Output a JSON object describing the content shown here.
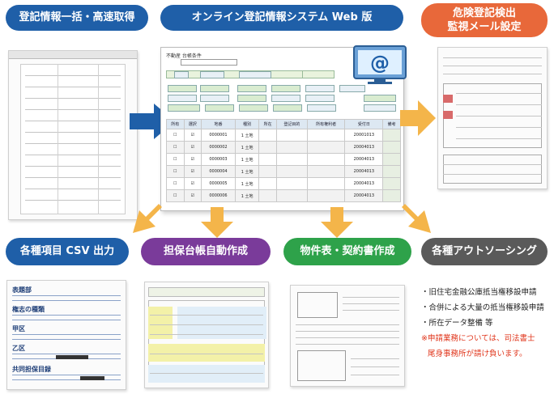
{
  "top": {
    "left_label": "登記情報一括・高速取得",
    "center_label": "オンライン登記情報システム Web 版",
    "right_label_line1": "危険登記検出",
    "right_label_line2": "監視メール設定"
  },
  "bottom": {
    "csv_label": "各種項目 CSV 出力",
    "ledger_label": "担保台帳自動作成",
    "contract_label": "物件表・契約書作成",
    "outsourcing_label": "各種アウトソーシング"
  },
  "outsourcing_items": [
    "・旧住宅金融公庫抵当権移設申請",
    "・合併による大量の抵当権移設申請",
    "・所在データ整備 等"
  ],
  "outsourcing_note_line1": "※申請業務については、司法書士",
  "outsourcing_note_line2": "尾身事務所が請け負います。",
  "csv_doc": {
    "sections": [
      "表題部",
      "権志の種類",
      "甲区",
      "乙区",
      "共同担保目録"
    ]
  },
  "window": {
    "title": "不動産 台帳条件",
    "table_headers": [
      "所有",
      "選択",
      "地番",
      "種別",
      "所在",
      "登記目的",
      "所有権利者",
      "受付日",
      "備考"
    ],
    "rows": [
      {
        "id": "0000001",
        "type": "1 土地",
        "date": "20001013"
      },
      {
        "id": "0000002",
        "type": "1 土地",
        "date": "20004013"
      },
      {
        "id": "0000003",
        "type": "1 土地",
        "date": "20004013"
      },
      {
        "id": "0000004",
        "type": "1 土地",
        "date": "20004013"
      },
      {
        "id": "0000005",
        "type": "1 土地",
        "date": "20004013"
      },
      {
        "id": "0000006",
        "type": "1 土地",
        "date": "20004013"
      }
    ]
  },
  "colors": {
    "blue": "#1f5fa8",
    "orange": "#e8683a",
    "purple": "#7a3b9a",
    "green": "#2ea24a",
    "gray": "#5a5a5a",
    "arrow_orange": "#f4b54a",
    "arrow_blue": "#1f5fa8",
    "note_red": "#e0351b"
  },
  "icons": {
    "mail": "at-sign-mail-icon"
  }
}
